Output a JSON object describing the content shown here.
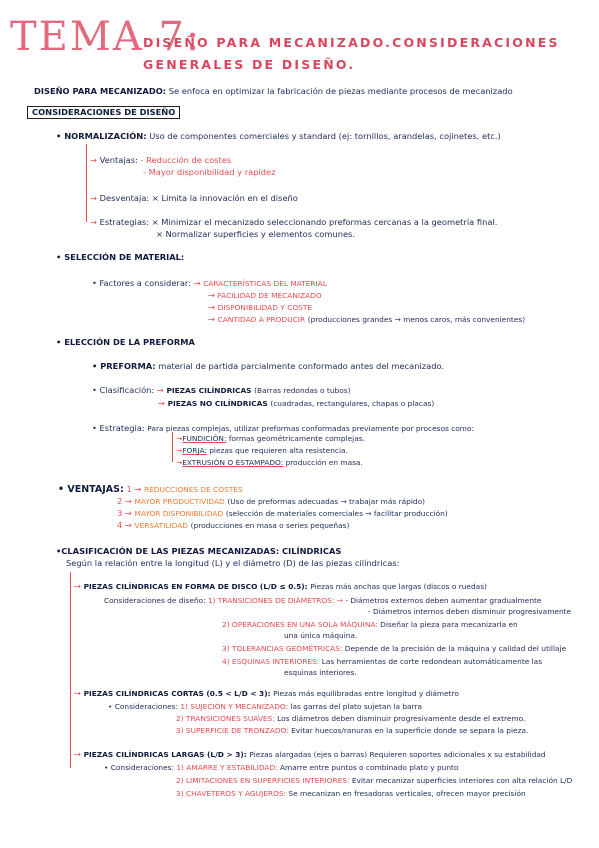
{
  "title": {
    "tema": "TEMA 7:",
    "subtitle_line1": "DISEÑO PARA MECANIZADO.CONSIDERACIONES",
    "subtitle_line2": "GENERALES DE DISEÑO."
  },
  "intro": {
    "label": "DISEÑO PARA MECANIZADO:",
    "text": "Se enfoca en optimizar la fabricación de piezas mediante procesos de mecanizado"
  },
  "section_box": "CONSIDERACIONES DE DISEÑO",
  "normalizacion": {
    "heading": "• NORMALIZACIÓN:",
    "text": "Uso de componentes comerciales y standard (ej: tornillos, arandelas, cojinetes, etc.)",
    "ventajas_label": "Ventajas:",
    "ventajas": [
      "- Reducción de costes",
      "- Mayor disponibilidad y rapidez"
    ],
    "desventaja_label": "Desventaja:",
    "desventaja": "× Limita la innovación en el diseño",
    "estrategias_label": "Estrategias:",
    "estrategias": [
      "× Minimizar el mecanizado seleccionando preformas cercanas a la geometría final.",
      "× Normalizar superficies y elementos comunes."
    ]
  },
  "seleccion": {
    "heading": "• SELECCIÓN DE MATERIAL:",
    "factores_label": "• Factores a considerar:",
    "factores": [
      "CARACTERÍSTICAS DEL MATERIAL",
      "FACILIDAD DE MECANIZADO",
      "DISPONIBILIDAD Y COSTE",
      "CANTIDAD A PRODUCIR"
    ],
    "cantidad_note": "(producciones grandes → menos caros, más convenientes)"
  },
  "eleccion": {
    "heading": "• ELECCIÓN DE LA PREFORMA",
    "preforma_label": "• PREFORMA:",
    "preforma_text": "material de partida parcialmente conformado antes del mecanizado.",
    "clasif_label": "• Clasificación:",
    "clasif": [
      {
        "name": "PIEZAS CILÍNDRICAS",
        "detail": "(Barras redondas o tubos)"
      },
      {
        "name": "PIEZAS NO CILÍNDRICAS",
        "detail": "(cuadradas, rectangulares, chapas o placas)"
      }
    ],
    "estrategia_label": "• Estrategia:",
    "estrategia_text": "Para piezas complejas, utilizar preformas conformadas previamente por procesos como:",
    "procesos": [
      {
        "name": "FUNDICIÓN:",
        "text": "formas geométricamente complejas."
      },
      {
        "name": "FORJA:",
        "text": "piezas que requieren alta resistencia."
      },
      {
        "name": "EXTRUSIÓN O ESTAMPADO:",
        "text": "producción en masa."
      }
    ]
  },
  "ventajas": {
    "heading": "• VENTAJAS:",
    "items": [
      {
        "num": "1 →",
        "name": "REDUCCIONES DE COSTES",
        "text": ""
      },
      {
        "num": "2 →",
        "name": "MAYOR PRODUCTIVIDAD",
        "text": "(Uso de preformas adecuadas → trabajar más rápido)"
      },
      {
        "num": "3 →",
        "name": "MAYOR DISPONIBILIDAD",
        "text": "(selección de materiales comerciales → facilitar producción)"
      },
      {
        "num": "4 →",
        "name": "VERSATILIDAD",
        "text": "(producciones en masa o series pequeñas)"
      }
    ]
  },
  "clasificacion": {
    "heading": "•CLASIFICACIÓN DE LAS PIEZAS MECANIZADAS: CILÍNDRICAS",
    "intro": "Según la relación entre la longitud (L) y el diámetro (D) de las piezas cilíndricas:",
    "disco": {
      "title": "PIEZAS CILÍNDRICAS EN FORMA DE DISCO (L/D ≤ 0.5):",
      "text": "Piezas más anchas que largas (discos o ruedas)",
      "label": "Consideraciones de diseño:",
      "items": [
        {
          "name": "1) TRANSICIONES DE DIÁMETROS:",
          "sub": [
            "- Diámetros externos deben aumentar gradualmente",
            "- Diámetros internos deben disminuir progresivamente"
          ]
        },
        {
          "name": "2) OPERACIONES EN UNA SOLA MÁQUINA:",
          "text": "Diseñar la pieza para mecanizarla en",
          "text2": "una única máquina."
        },
        {
          "name": "3) TOLERANCIAS GEOMÉTRICAS:",
          "text": "Depende de la precisión de la máquina y calidad del utillaje"
        },
        {
          "name": "4) ESQUINAS INTERIORES:",
          "text": "Las herramientas de corte redondean automáticamente las",
          "text2": "esquinas interiores."
        }
      ]
    },
    "cortas": {
      "title": "PIEZAS CILÍNDRICAS CORTAS (0.5 < L/D < 3):",
      "text": "Piezas más equilibradas entre longitud y diámetro",
      "label": "• Consideraciones:",
      "items": [
        {
          "name": "1) SUJECIÓN Y MECANIZADO:",
          "text": "las garras del plato sujetan la barra"
        },
        {
          "name": "2) TRANSICIONES SUAVES:",
          "text": "Los diámetros deben disminuir progresivamente desde el extremo."
        },
        {
          "name": "3) SUPERFICIE DE TRONZADO:",
          "text": "Evitar huecos/ranuras en la superficie donde se separa la pieza."
        }
      ]
    },
    "largas": {
      "title": "PIEZAS CILÍNDRICAS LARGAS (L/D > 3):",
      "text": "Piezas alargadas (ejes o barras) Requieren soportes adicionales x su estabilidad",
      "label": "• Consideraciones:",
      "items": [
        {
          "name": "1) AMARRE Y ESTABILIDAD:",
          "text": "Amarre entre puntos o combinado plato y punto"
        },
        {
          "name": "2) LIMITACIONES EN SUPERFICIES INTERIORES:",
          "text": "Evitar mecanizar superficies interiores con alta relación L/D"
        },
        {
          "name": "3) CHAVETEROS Y AGUJEROS:",
          "text": "Se mecanizan en fresadoras verticales, ofrecen mayor precisión"
        }
      ]
    }
  },
  "colors": {
    "title": "#e26a7e",
    "accent": "#e34b50",
    "orange": "#ee7b32",
    "ink": "#1e2a5a"
  }
}
